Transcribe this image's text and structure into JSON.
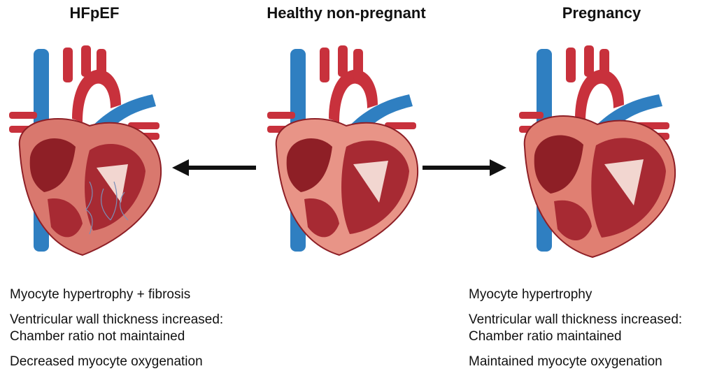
{
  "panels": {
    "left": {
      "title": "HFpEF",
      "features": [
        {
          "line1": "Myocyte hypertrophy + fibrosis",
          "line2": ""
        },
        {
          "line1": "Ventricular wall thickness increased:",
          "line2": "Chamber ratio not maintained"
        },
        {
          "line1": "Decreased myocyte oxygenation",
          "line2": ""
        }
      ]
    },
    "middle": {
      "title": "Healthy non-pregnant"
    },
    "right": {
      "title": "Pregnancy",
      "features": [
        {
          "line1": "Myocyte hypertrophy",
          "line2": ""
        },
        {
          "line1": "Ventricular wall thickness increased:",
          "line2": "Chamber ratio maintained"
        },
        {
          "line1": "Maintained myocyte oxygenation",
          "line2": ""
        }
      ]
    }
  },
  "colors": {
    "artery_red": "#c8313c",
    "vein_blue": "#2f7fc1",
    "myocardium": "#d9786e",
    "chamber_dark": "#8e1f26",
    "arrow": "#111111"
  },
  "icons": [
    "heart-illustration",
    "arrow-left-icon",
    "arrow-right-icon"
  ]
}
